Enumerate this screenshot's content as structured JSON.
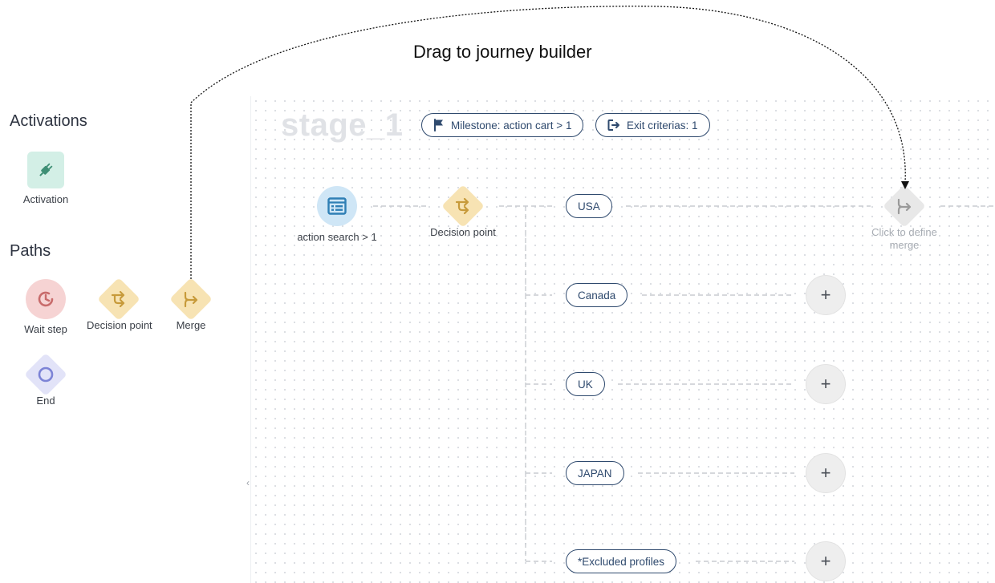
{
  "annotation": {
    "title": "Drag to journey builder"
  },
  "sidebar": {
    "activations_title": "Activations",
    "activation_label": "Activation",
    "paths_title": "Paths",
    "wait_label": "Wait step",
    "decision_label": "Decision point",
    "merge_label": "Merge",
    "end_label": "End"
  },
  "canvas": {
    "stage_title": "stage_1",
    "milestone_label": "Milestone: action cart > 1",
    "exit_label": "Exit criterias: 1",
    "action_node_label": "action search > 1",
    "decision_node_label": "Decision point",
    "merge_node_label": "Click to define merge",
    "branches": [
      "USA",
      "Canada",
      "UK",
      "JAPAN",
      "*Excluded profiles"
    ],
    "add_symbol": "+"
  },
  "colors": {
    "activation_bg": "#d3efe6",
    "activation_icon": "#3e8f75",
    "wait_bg": "#f6d3d3",
    "wait_icon": "#c86b6b",
    "decision_bg": "#f7e3b3",
    "decision_icon": "#c79a3a",
    "end_bg": "#e2e3f8",
    "end_icon": "#7c83d6",
    "action_bg": "#cfe6f6",
    "action_icon": "#2f7fb5",
    "merge_disabled_bg": "#e8e8e8",
    "merge_disabled_icon": "#9a9a9a",
    "pill_border": "#2f4a6e"
  }
}
